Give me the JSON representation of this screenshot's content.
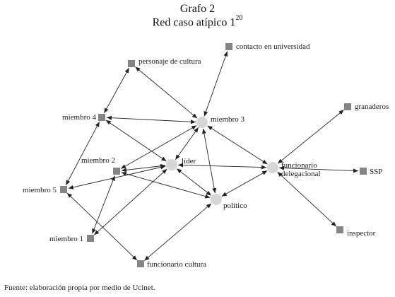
{
  "title_line1": "Grafo 2",
  "title_line2": "Red caso atípico 1",
  "title_sup": "20",
  "footer": "Fuente: elaboración propia por medio de Ucinet.",
  "colors": {
    "node_square": "#858585",
    "node_circle": "#d6d6d6",
    "edge": "#222222"
  },
  "nodes": [
    {
      "id": "personaje",
      "label": "personaje de cultura",
      "shape": "square"
    },
    {
      "id": "contacto",
      "label": "contacto en universidad",
      "shape": "square"
    },
    {
      "id": "granaderos",
      "label": "granaderos",
      "shape": "square"
    },
    {
      "id": "miembro4",
      "label": "miembro 4",
      "shape": "square"
    },
    {
      "id": "miembro3",
      "label": "miembro 3",
      "shape": "circle"
    },
    {
      "id": "miembro2",
      "label": "miembro 2",
      "shape": "square"
    },
    {
      "id": "lider",
      "label": "líder",
      "shape": "circle"
    },
    {
      "id": "funcionario",
      "label": "funcionario delegacional",
      "label_lines": [
        "funcionario",
        "delegacional"
      ],
      "shape": "circle"
    },
    {
      "id": "ssp",
      "label": "SSP",
      "shape": "square"
    },
    {
      "id": "miembro5",
      "label": "miembro 5",
      "shape": "square"
    },
    {
      "id": "politico",
      "label": "político",
      "shape": "circle"
    },
    {
      "id": "miembro1",
      "label": "miembro 1",
      "shape": "square"
    },
    {
      "id": "inspector",
      "label": "inspector",
      "shape": "square"
    },
    {
      "id": "funcultura",
      "label": "funcionario cultura",
      "shape": "square"
    }
  ],
  "edges": [
    {
      "from": "personaje",
      "to": "miembro4"
    },
    {
      "from": "personaje",
      "to": "miembro3"
    },
    {
      "from": "contacto",
      "to": "miembro3"
    },
    {
      "from": "miembro4",
      "to": "miembro3"
    },
    {
      "from": "miembro4",
      "to": "lider"
    },
    {
      "from": "miembro4",
      "to": "miembro5"
    },
    {
      "from": "miembro3",
      "to": "miembro2"
    },
    {
      "from": "miembro3",
      "to": "lider"
    },
    {
      "from": "miembro3",
      "to": "politico"
    },
    {
      "from": "miembro3",
      "to": "funcionario"
    },
    {
      "from": "miembro2",
      "to": "lider"
    },
    {
      "from": "miembro2",
      "to": "politico"
    },
    {
      "from": "miembro2",
      "to": "miembro1"
    },
    {
      "from": "lider",
      "to": "funcionario"
    },
    {
      "from": "lider",
      "to": "miembro5"
    },
    {
      "from": "lider",
      "to": "politico"
    },
    {
      "from": "lider",
      "to": "miembro1"
    },
    {
      "from": "funcionario",
      "to": "granaderos"
    },
    {
      "from": "funcionario",
      "to": "ssp"
    },
    {
      "from": "funcionario",
      "to": "politico"
    },
    {
      "from": "funcionario",
      "to": "inspector"
    },
    {
      "from": "miembro5",
      "to": "funcultura"
    },
    {
      "from": "politico",
      "to": "funcultura"
    }
  ]
}
